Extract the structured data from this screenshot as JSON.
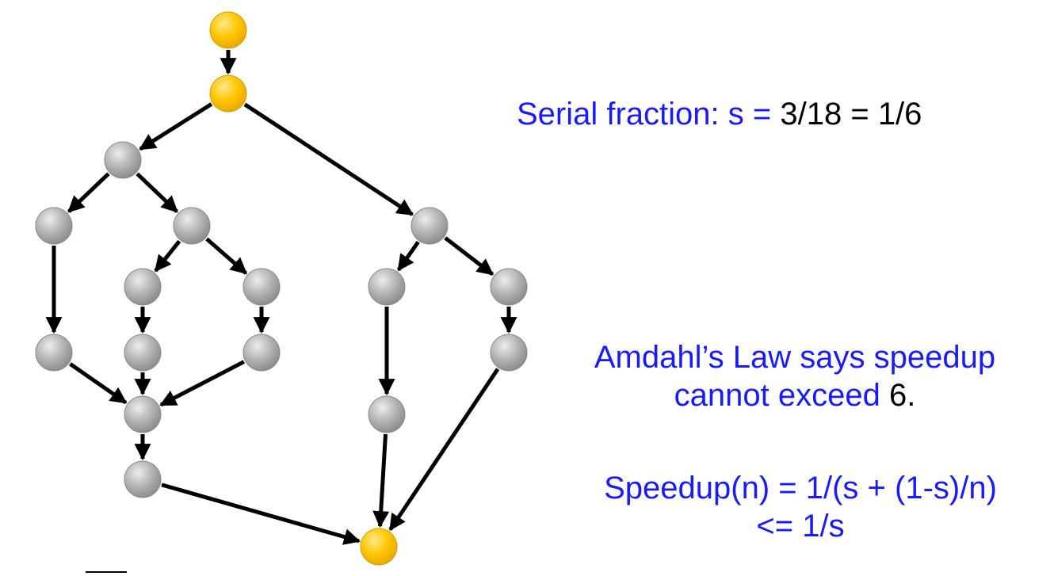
{
  "colors": {
    "serial_node": "#ffc600",
    "parallel_node": "#a9a9a9",
    "edge": "#000000",
    "accent_text": "#1a1aff"
  },
  "serial_fraction": {
    "label": "Serial fraction: s = ",
    "value": "3/18 = 1/6"
  },
  "amdahl": {
    "line1": "Amdahl’s Law says speedup",
    "line2_prefix": "cannot exceed ",
    "bound": "6",
    "line2_suffix": "."
  },
  "speedup": {
    "formula": "Speedup(n) = 1/(s + (1-s)/n)",
    "bound": "<= 1/s"
  },
  "graph": {
    "nodes": [
      {
        "id": "n1",
        "serial": true
      },
      {
        "id": "n2",
        "serial": true
      },
      {
        "id": "n3",
        "serial": false
      },
      {
        "id": "n4",
        "serial": false
      },
      {
        "id": "n5",
        "serial": false
      },
      {
        "id": "n6",
        "serial": false
      },
      {
        "id": "n7",
        "serial": false
      },
      {
        "id": "n8",
        "serial": false
      },
      {
        "id": "n9",
        "serial": false
      },
      {
        "id": "n10",
        "serial": false
      },
      {
        "id": "n11",
        "serial": false
      },
      {
        "id": "n12",
        "serial": false
      },
      {
        "id": "n13",
        "serial": false
      },
      {
        "id": "n14",
        "serial": false
      },
      {
        "id": "n15",
        "serial": false
      },
      {
        "id": "n16",
        "serial": false
      },
      {
        "id": "n17",
        "serial": false
      },
      {
        "id": "n18",
        "serial": true
      }
    ],
    "edges": [
      [
        "n1",
        "n2"
      ],
      [
        "n2",
        "n3"
      ],
      [
        "n2",
        "n4"
      ],
      [
        "n3",
        "n5"
      ],
      [
        "n3",
        "n6"
      ],
      [
        "n6",
        "n7"
      ],
      [
        "n6",
        "n8"
      ],
      [
        "n4",
        "n9"
      ],
      [
        "n4",
        "n10"
      ],
      [
        "n5",
        "n11"
      ],
      [
        "n7",
        "n12"
      ],
      [
        "n8",
        "n13"
      ],
      [
        "n10",
        "n14"
      ],
      [
        "n11",
        "n15"
      ],
      [
        "n12",
        "n15"
      ],
      [
        "n13",
        "n15"
      ],
      [
        "n15",
        "n16"
      ],
      [
        "n9",
        "n17"
      ],
      [
        "n16",
        "n18"
      ],
      [
        "n17",
        "n18"
      ],
      [
        "n14",
        "n18"
      ]
    ]
  }
}
